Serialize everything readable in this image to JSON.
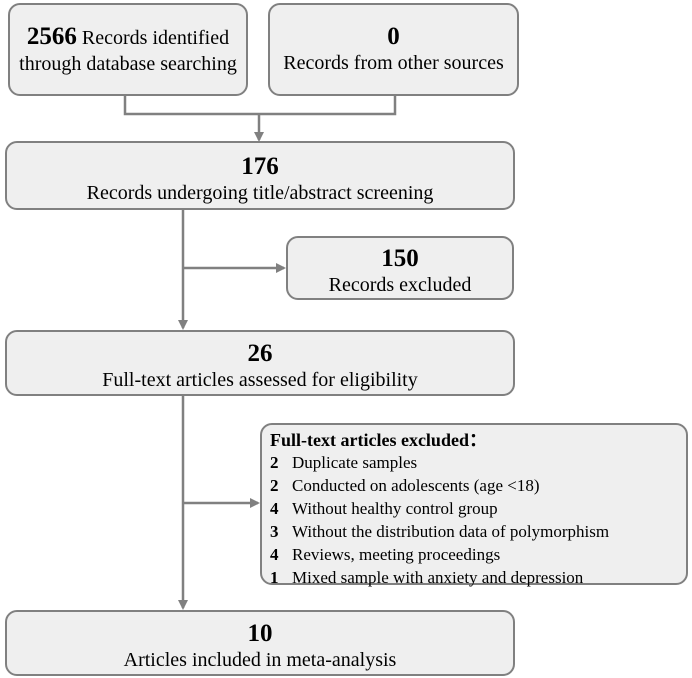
{
  "identified": {
    "count": "2566",
    "label_line1": "Records identified",
    "label_line2": "through database searching"
  },
  "other_sources": {
    "count": "0",
    "label": "Records from other sources"
  },
  "screening": {
    "count": "176",
    "label": "Records undergoing title/abstract screening"
  },
  "excluded_records": {
    "count": "150",
    "label": "Records excluded"
  },
  "fulltext": {
    "count": "26",
    "label": "Full-text articles assessed for eligibility"
  },
  "fulltext_excluded": {
    "title": "Full-text articles excluded：",
    "items": [
      {
        "count": "2",
        "reason": "Duplicate samples"
      },
      {
        "count": "2",
        "reason": "Conducted on adolescents (age <18)"
      },
      {
        "count": "4",
        "reason": "Without healthy control group"
      },
      {
        "count": "3",
        "reason": "Without the distribution data of polymorphism"
      },
      {
        "count": "4",
        "reason": "Reviews, meeting proceedings"
      },
      {
        "count": "1",
        "reason": "Mixed sample with anxiety and depression"
      }
    ]
  },
  "included": {
    "count": "10",
    "label": "Articles included in meta-analysis"
  },
  "colors": {
    "box_fill": "#efefef",
    "box_border": "#808080",
    "connector": "#808080"
  }
}
